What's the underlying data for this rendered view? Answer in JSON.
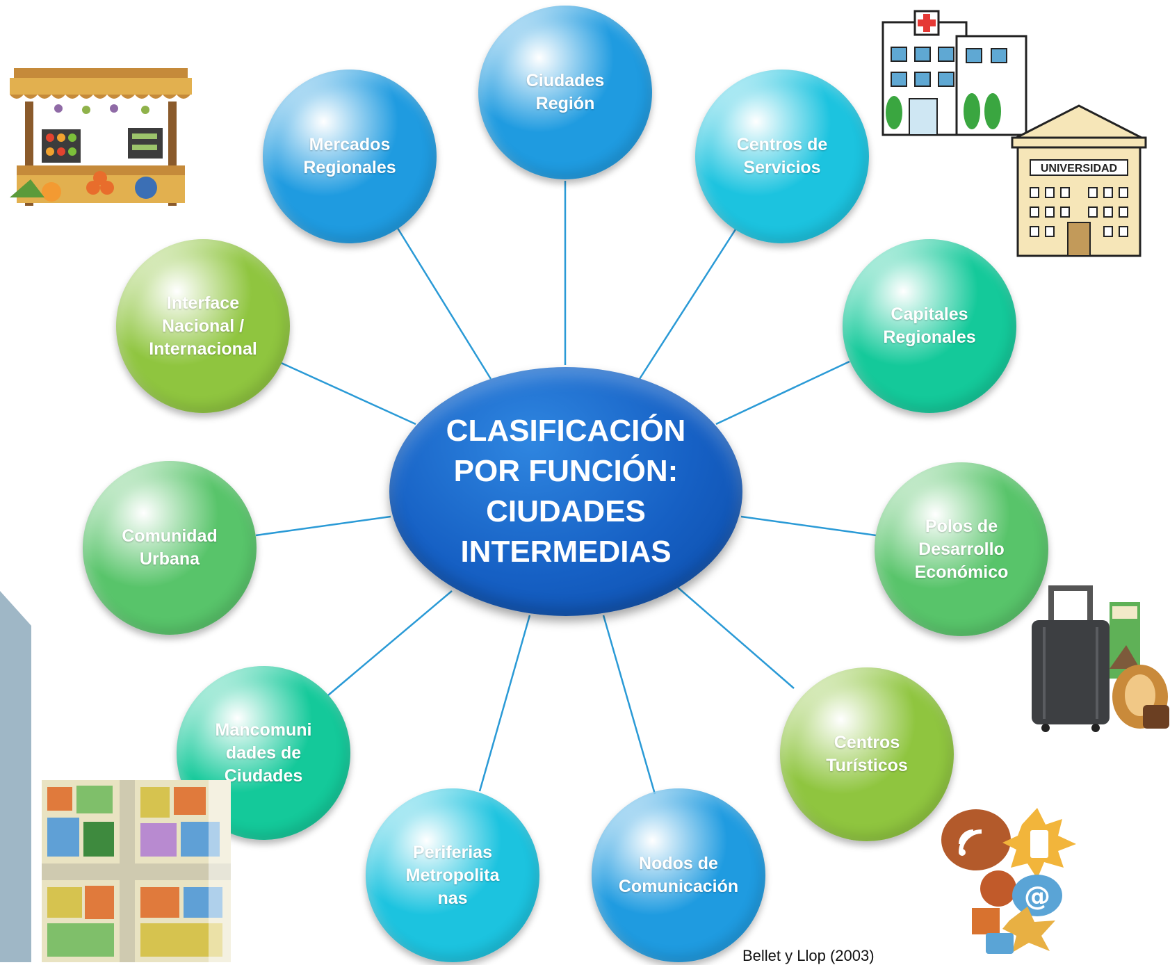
{
  "diagram": {
    "center": "CLASIFICACIÓN\nPOR FUNCIÓN:\nCIUDADES\nINTERMEDIAS",
    "nodes": [
      {
        "label": "Ciudades\nRegión",
        "color": "#1f9be0"
      },
      {
        "label": "Centros de\nServicios",
        "color": "#1cc3df"
      },
      {
        "label": "Capitales\nRegionales",
        "color": "#14c99a"
      },
      {
        "label": "Polos de\nDesarrollo\nEconómico",
        "color": "#58c46a"
      },
      {
        "label": "Centros\nTurísticos",
        "color": "#8fc53f"
      },
      {
        "label": "Nodos de\nComunicación",
        "color": "#1f9be0"
      },
      {
        "label": "Periferias\nMetropolita\nnas",
        "color": "#1cc3df"
      },
      {
        "label": "Mancomuni\ndades de\nCiudades",
        "color": "#14c99a"
      },
      {
        "label": "Comunidad\nUrbana",
        "color": "#58c46a"
      },
      {
        "label": "Interface\nNacional /\nInternacional",
        "color": "#8fc53f"
      },
      {
        "label": "Mercados\nRegionales",
        "color": "#1f9be0"
      }
    ],
    "citation": "Bellet y Llop (2003)"
  },
  "illustrations": {
    "hospital_sign": "UNIVERSIDAD",
    "items": [
      "market-stall-icon",
      "hospital-icon",
      "university-icon",
      "luggage-icon",
      "communication-icon",
      "city-map-icon"
    ]
  },
  "colors": {
    "connector": "#2a9ad6",
    "left_bar": "#9fb7c6"
  }
}
